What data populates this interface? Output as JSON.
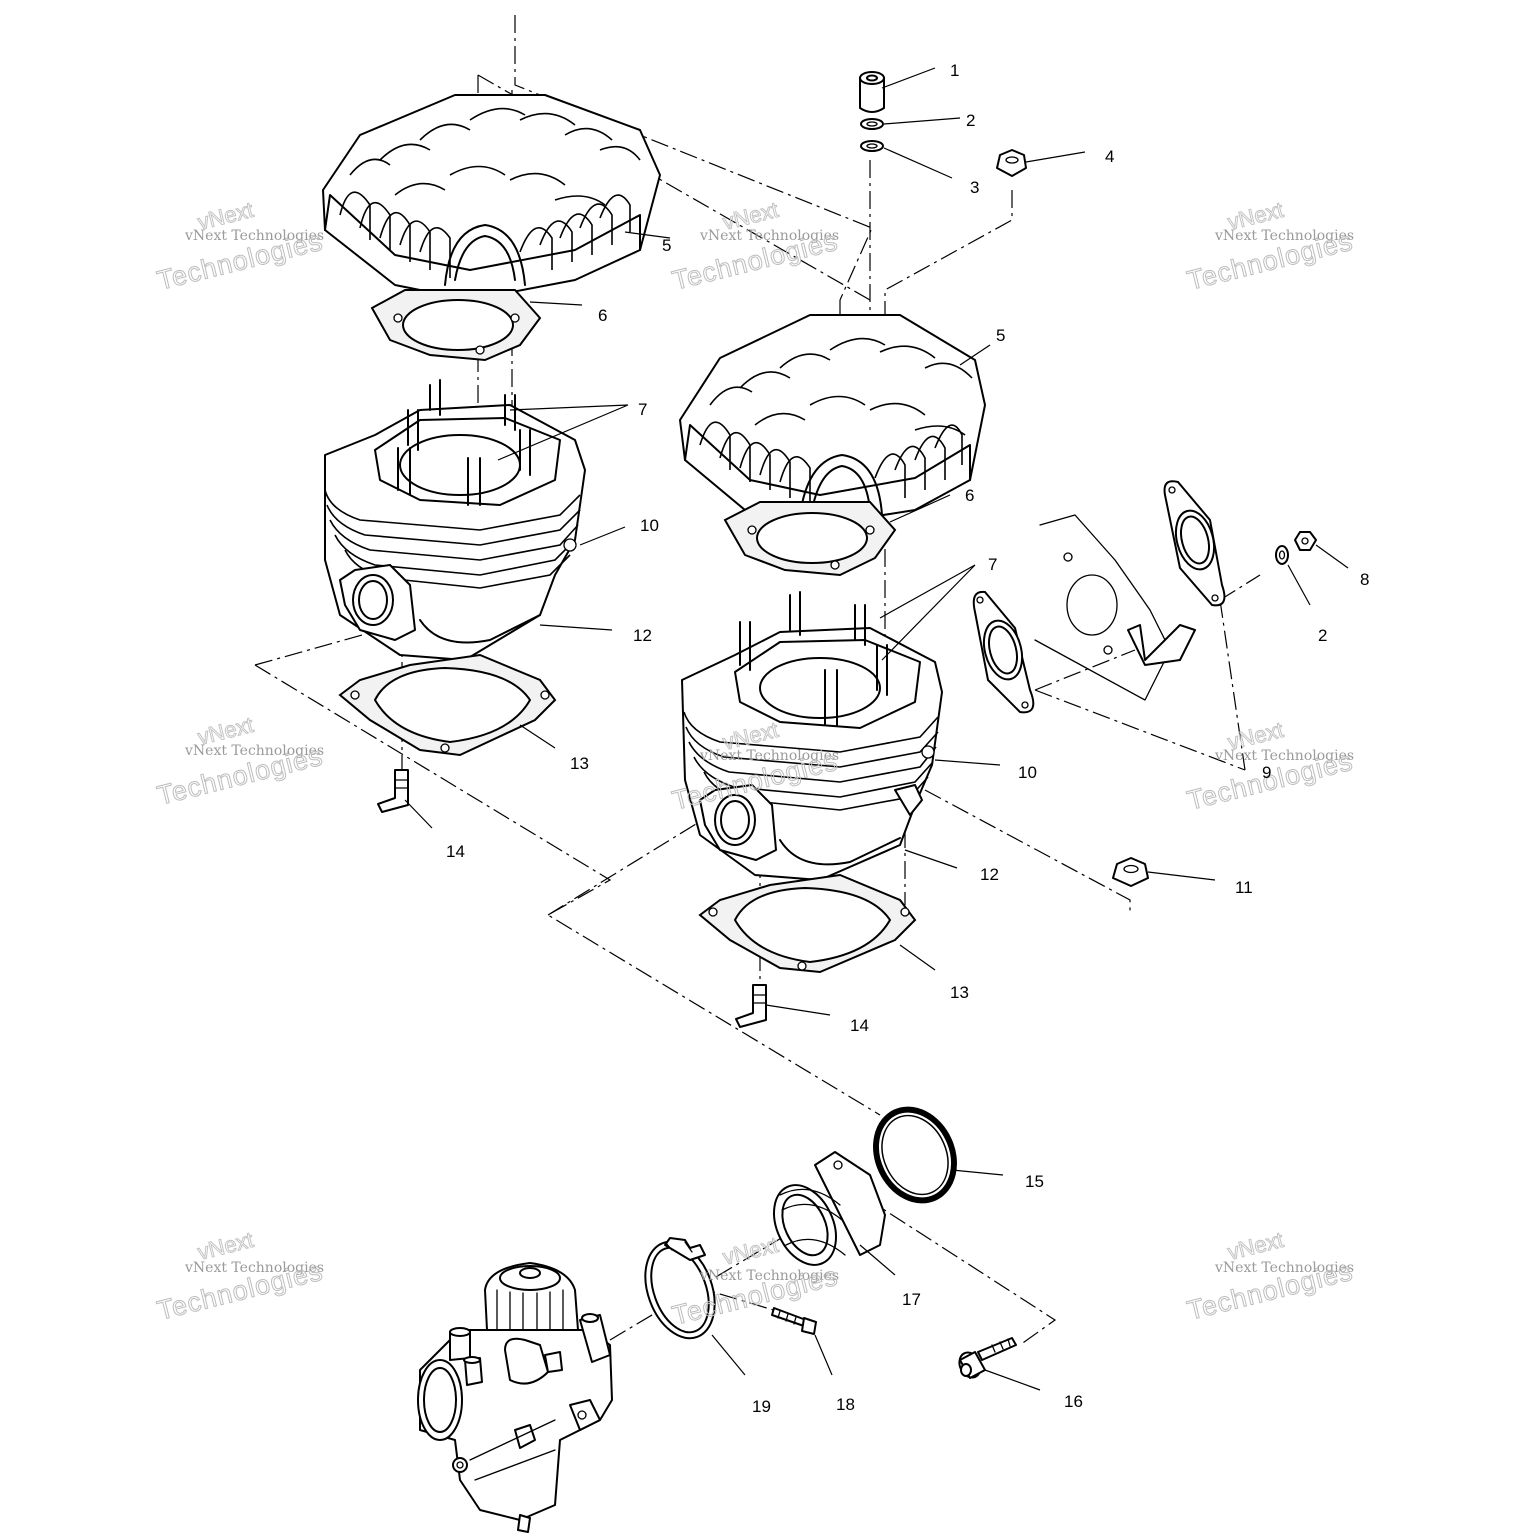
{
  "callouts": [
    {
      "id": "c1",
      "label": "1"
    },
    {
      "id": "c2a",
      "label": "2"
    },
    {
      "id": "c3",
      "label": "3"
    },
    {
      "id": "c4",
      "label": "4"
    },
    {
      "id": "c5a",
      "label": "5"
    },
    {
      "id": "c6a",
      "label": "6"
    },
    {
      "id": "c7a",
      "label": "7"
    },
    {
      "id": "c10a",
      "label": "10"
    },
    {
      "id": "c12a",
      "label": "12"
    },
    {
      "id": "c13a",
      "label": "13"
    },
    {
      "id": "c14a",
      "label": "14"
    },
    {
      "id": "c5b",
      "label": "5"
    },
    {
      "id": "c6b",
      "label": "6"
    },
    {
      "id": "c7b",
      "label": "7"
    },
    {
      "id": "c8",
      "label": "8"
    },
    {
      "id": "c2b",
      "label": "2"
    },
    {
      "id": "c9",
      "label": "9"
    },
    {
      "id": "c10b",
      "label": "10"
    },
    {
      "id": "c11",
      "label": "11"
    },
    {
      "id": "c12b",
      "label": "12"
    },
    {
      "id": "c13b",
      "label": "13"
    },
    {
      "id": "c14b",
      "label": "14"
    },
    {
      "id": "c15",
      "label": "15"
    },
    {
      "id": "c16",
      "label": "16"
    },
    {
      "id": "c17",
      "label": "17"
    },
    {
      "id": "c18",
      "label": "18"
    },
    {
      "id": "c19",
      "label": "19"
    }
  ],
  "watermark": {
    "line1": "vNext Technologies",
    "line2": "vNext",
    "line3": "Technologies"
  }
}
